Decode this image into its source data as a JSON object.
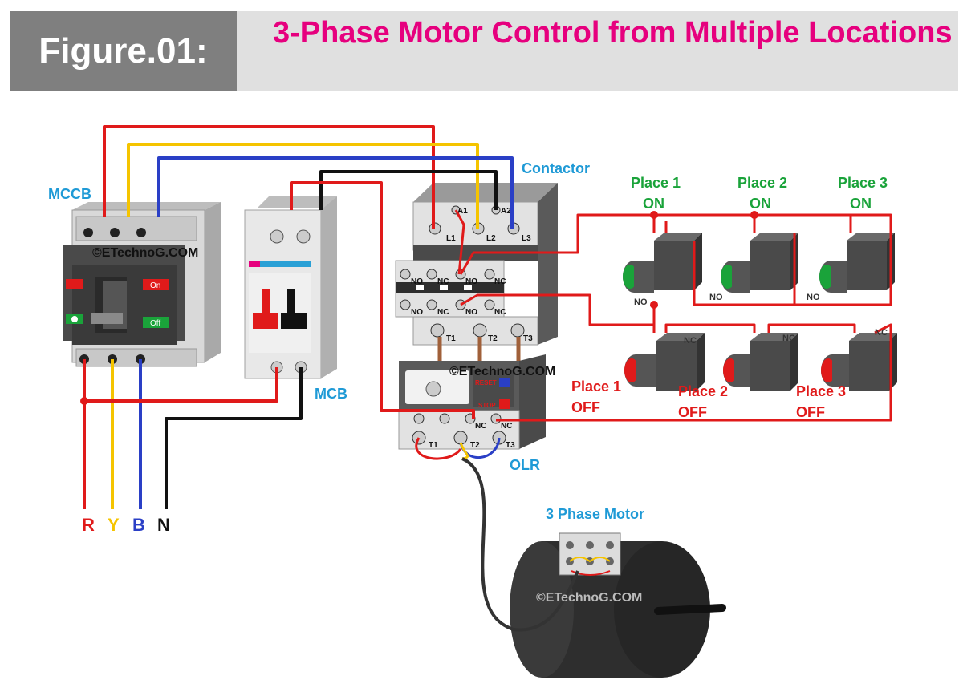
{
  "header": {
    "figure_label": "Figure.01:",
    "title": "3-Phase Motor Control from Multiple Locations"
  },
  "labels": {
    "mccb": "MCCB",
    "mcb": "MCB",
    "contactor": "Contactor",
    "olr": "OLR",
    "motor": "3 Phase Motor",
    "on_places": [
      {
        "place": "Place 1",
        "state": "ON"
      },
      {
        "place": "Place 2",
        "state": "ON"
      },
      {
        "place": "Place 3",
        "state": "ON"
      }
    ],
    "off_places": [
      {
        "place": "Place 1",
        "state": "OFF"
      },
      {
        "place": "Place 2",
        "state": "OFF"
      },
      {
        "place": "Place 3",
        "state": "OFF"
      }
    ],
    "phases": {
      "r": "R",
      "y": "Y",
      "b": "B",
      "n": "N"
    },
    "watermark": "©ETechnoG.COM",
    "no": "NO",
    "nc": "NC",
    "mccb_on": "On",
    "mccb_off": "Off",
    "olr_reset": "RESET",
    "olr_stop": "STOP",
    "terms": {
      "l1": "L1",
      "l2": "L2",
      "l3": "L3",
      "a1": "A1",
      "a2": "A2",
      "t1": "T1",
      "t2": "T2",
      "t3": "T3"
    }
  },
  "colors": {
    "title": "#e6007e",
    "red_wire": "#e01a1a",
    "yellow_wire": "#f5c400",
    "blue_wire": "#2a3fc6",
    "neutral_wire": "#111111",
    "on_button": "#1aa33a",
    "off_button": "#e01a1a"
  }
}
